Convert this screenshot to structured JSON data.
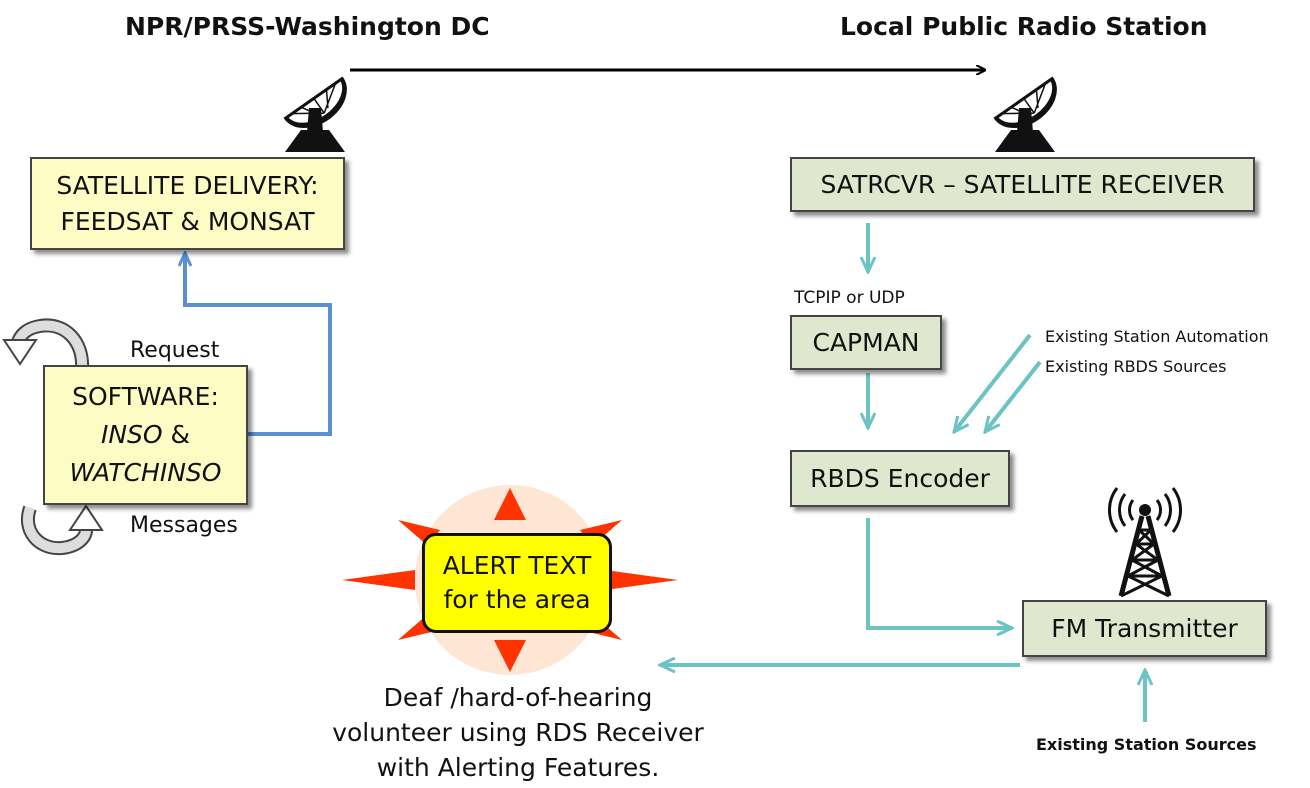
{
  "headers": {
    "left": "NPR/PRSS-Washington DC",
    "right": "Local Public Radio Station"
  },
  "boxes": {
    "satellite_delivery": [
      "SATELLITE DELIVERY:",
      "FEEDSAT & MONSAT"
    ],
    "software": {
      "line1": "SOFTWARE:",
      "line2_italic": "INSO",
      "line2_rest": " &",
      "line3_italic": "WATCHINSO"
    },
    "satrcvr": "SATRCVR – SATELLITE RECEIVER",
    "capman": "CAPMAN",
    "rbds_encoder": "RBDS Encoder",
    "fm_transmitter": "FM Transmitter",
    "alert": [
      "ALERT TEXT",
      "for the area"
    ]
  },
  "labels": {
    "request": "Request",
    "messages": "Messages",
    "tcpip": "TCPIP or UDP",
    "existing_automation": "Existing Station Automation",
    "existing_rbds": "Existing RBDS Sources",
    "existing_sources": "Existing Station Sources",
    "receiver_caption": [
      "Deaf /hard-of-hearing",
      "volunteer using RDS Receiver",
      "with Alerting Features."
    ]
  },
  "icons": {
    "dish": "satellite-dish-icon",
    "tower": "radio-tower-icon",
    "cycle_arrow": "cycle-arrow-icon",
    "starburst": "starburst-icon"
  },
  "colors": {
    "box_yellow": "#fdfcc4",
    "box_green": "#dfe8cf",
    "arrow_blue": "#5b8fd0",
    "arrow_teal": "#6cc3c3",
    "alert_yellow": "#ffff00",
    "burst_red": "#ff3300"
  }
}
